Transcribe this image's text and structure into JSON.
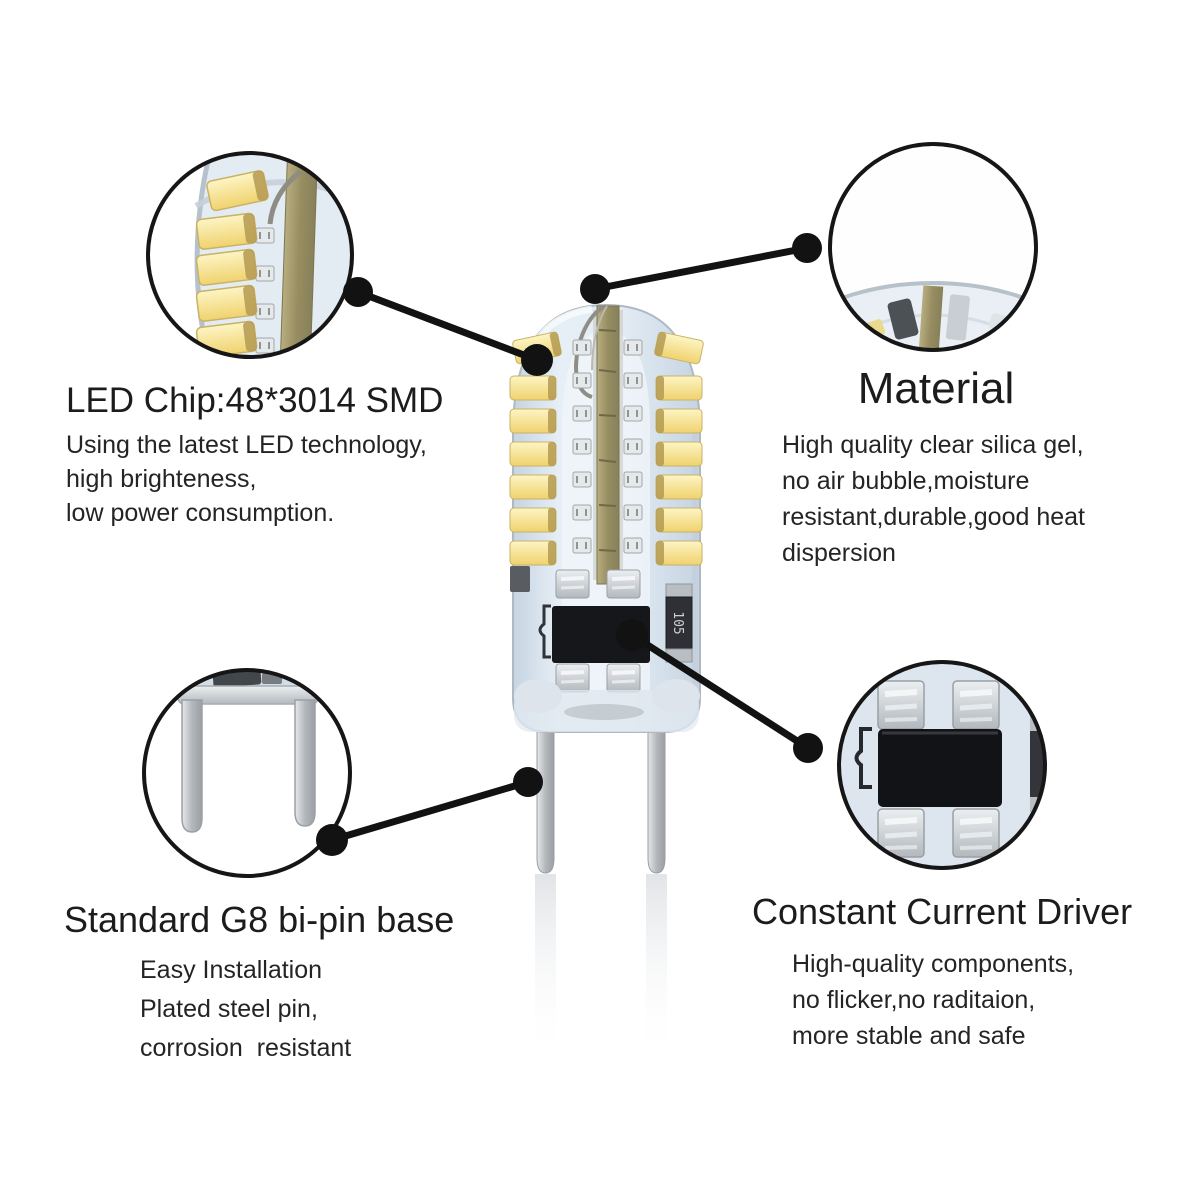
{
  "meta": {
    "type": "product-infographic",
    "subject": "G8 bi-pin LED corn bulb with annotated feature callouts"
  },
  "colors": {
    "background": "#ffffff",
    "text": "#212121",
    "callout_line": "#121212",
    "led_chip_yellow": "#f2d46f",
    "bulb_body_blue": "#dbe6f0",
    "pin_silver": "#c0c5c9",
    "driver_chip_black": "#16171a"
  },
  "sections": {
    "led_chip": {
      "title": "LED Chip:48*3014 SMD",
      "lines": [
        "Using the latest LED technology,",
        "high brighteness,",
        "low power consumption."
      ]
    },
    "material": {
      "title": "Material",
      "lines": [
        "High quality clear silica gel,",
        "no air bubble,moisture",
        "resistant,durable,good heat",
        "dispersion"
      ]
    },
    "base": {
      "title": "Standard G8 bi-pin base",
      "lines": [
        "Easy Installation",
        "Plated steel pin,",
        "corrosion  resistant"
      ]
    },
    "driver": {
      "title": "Constant Current Driver",
      "lines": [
        "High-quality components,",
        "no flicker,no raditaion,",
        "more stable and safe"
      ]
    }
  },
  "labels": {
    "resistor_marking": "105"
  }
}
